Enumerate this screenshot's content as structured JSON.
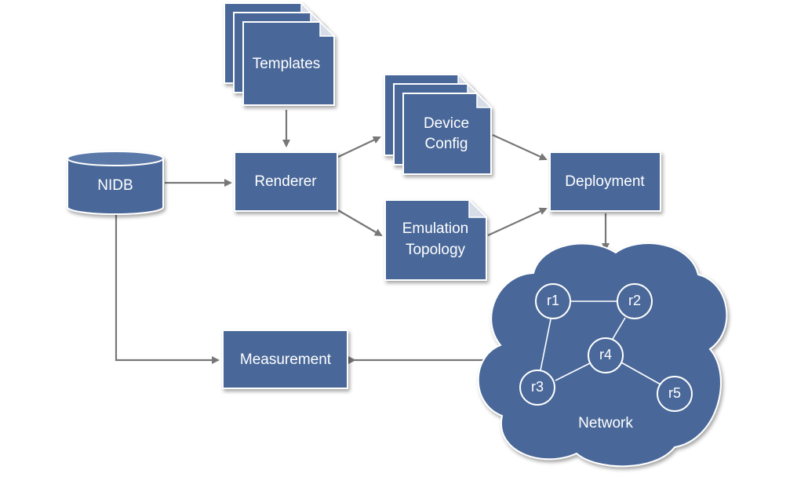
{
  "nodes": {
    "templates": "Templates",
    "renderer": "Renderer",
    "nidb": "NIDB",
    "device_config_line1": "Device",
    "device_config_line2": "Config",
    "emulation_line1": "Emulation",
    "emulation_line2": "Topology",
    "deployment": "Deployment",
    "measurement": "Measurement",
    "network": "Network"
  },
  "routers": [
    "r1",
    "r2",
    "r3",
    "r4",
    "r5"
  ],
  "colors": {
    "node_fill": "#4a6899",
    "arrow": "#777777",
    "text": "#ffffff"
  }
}
